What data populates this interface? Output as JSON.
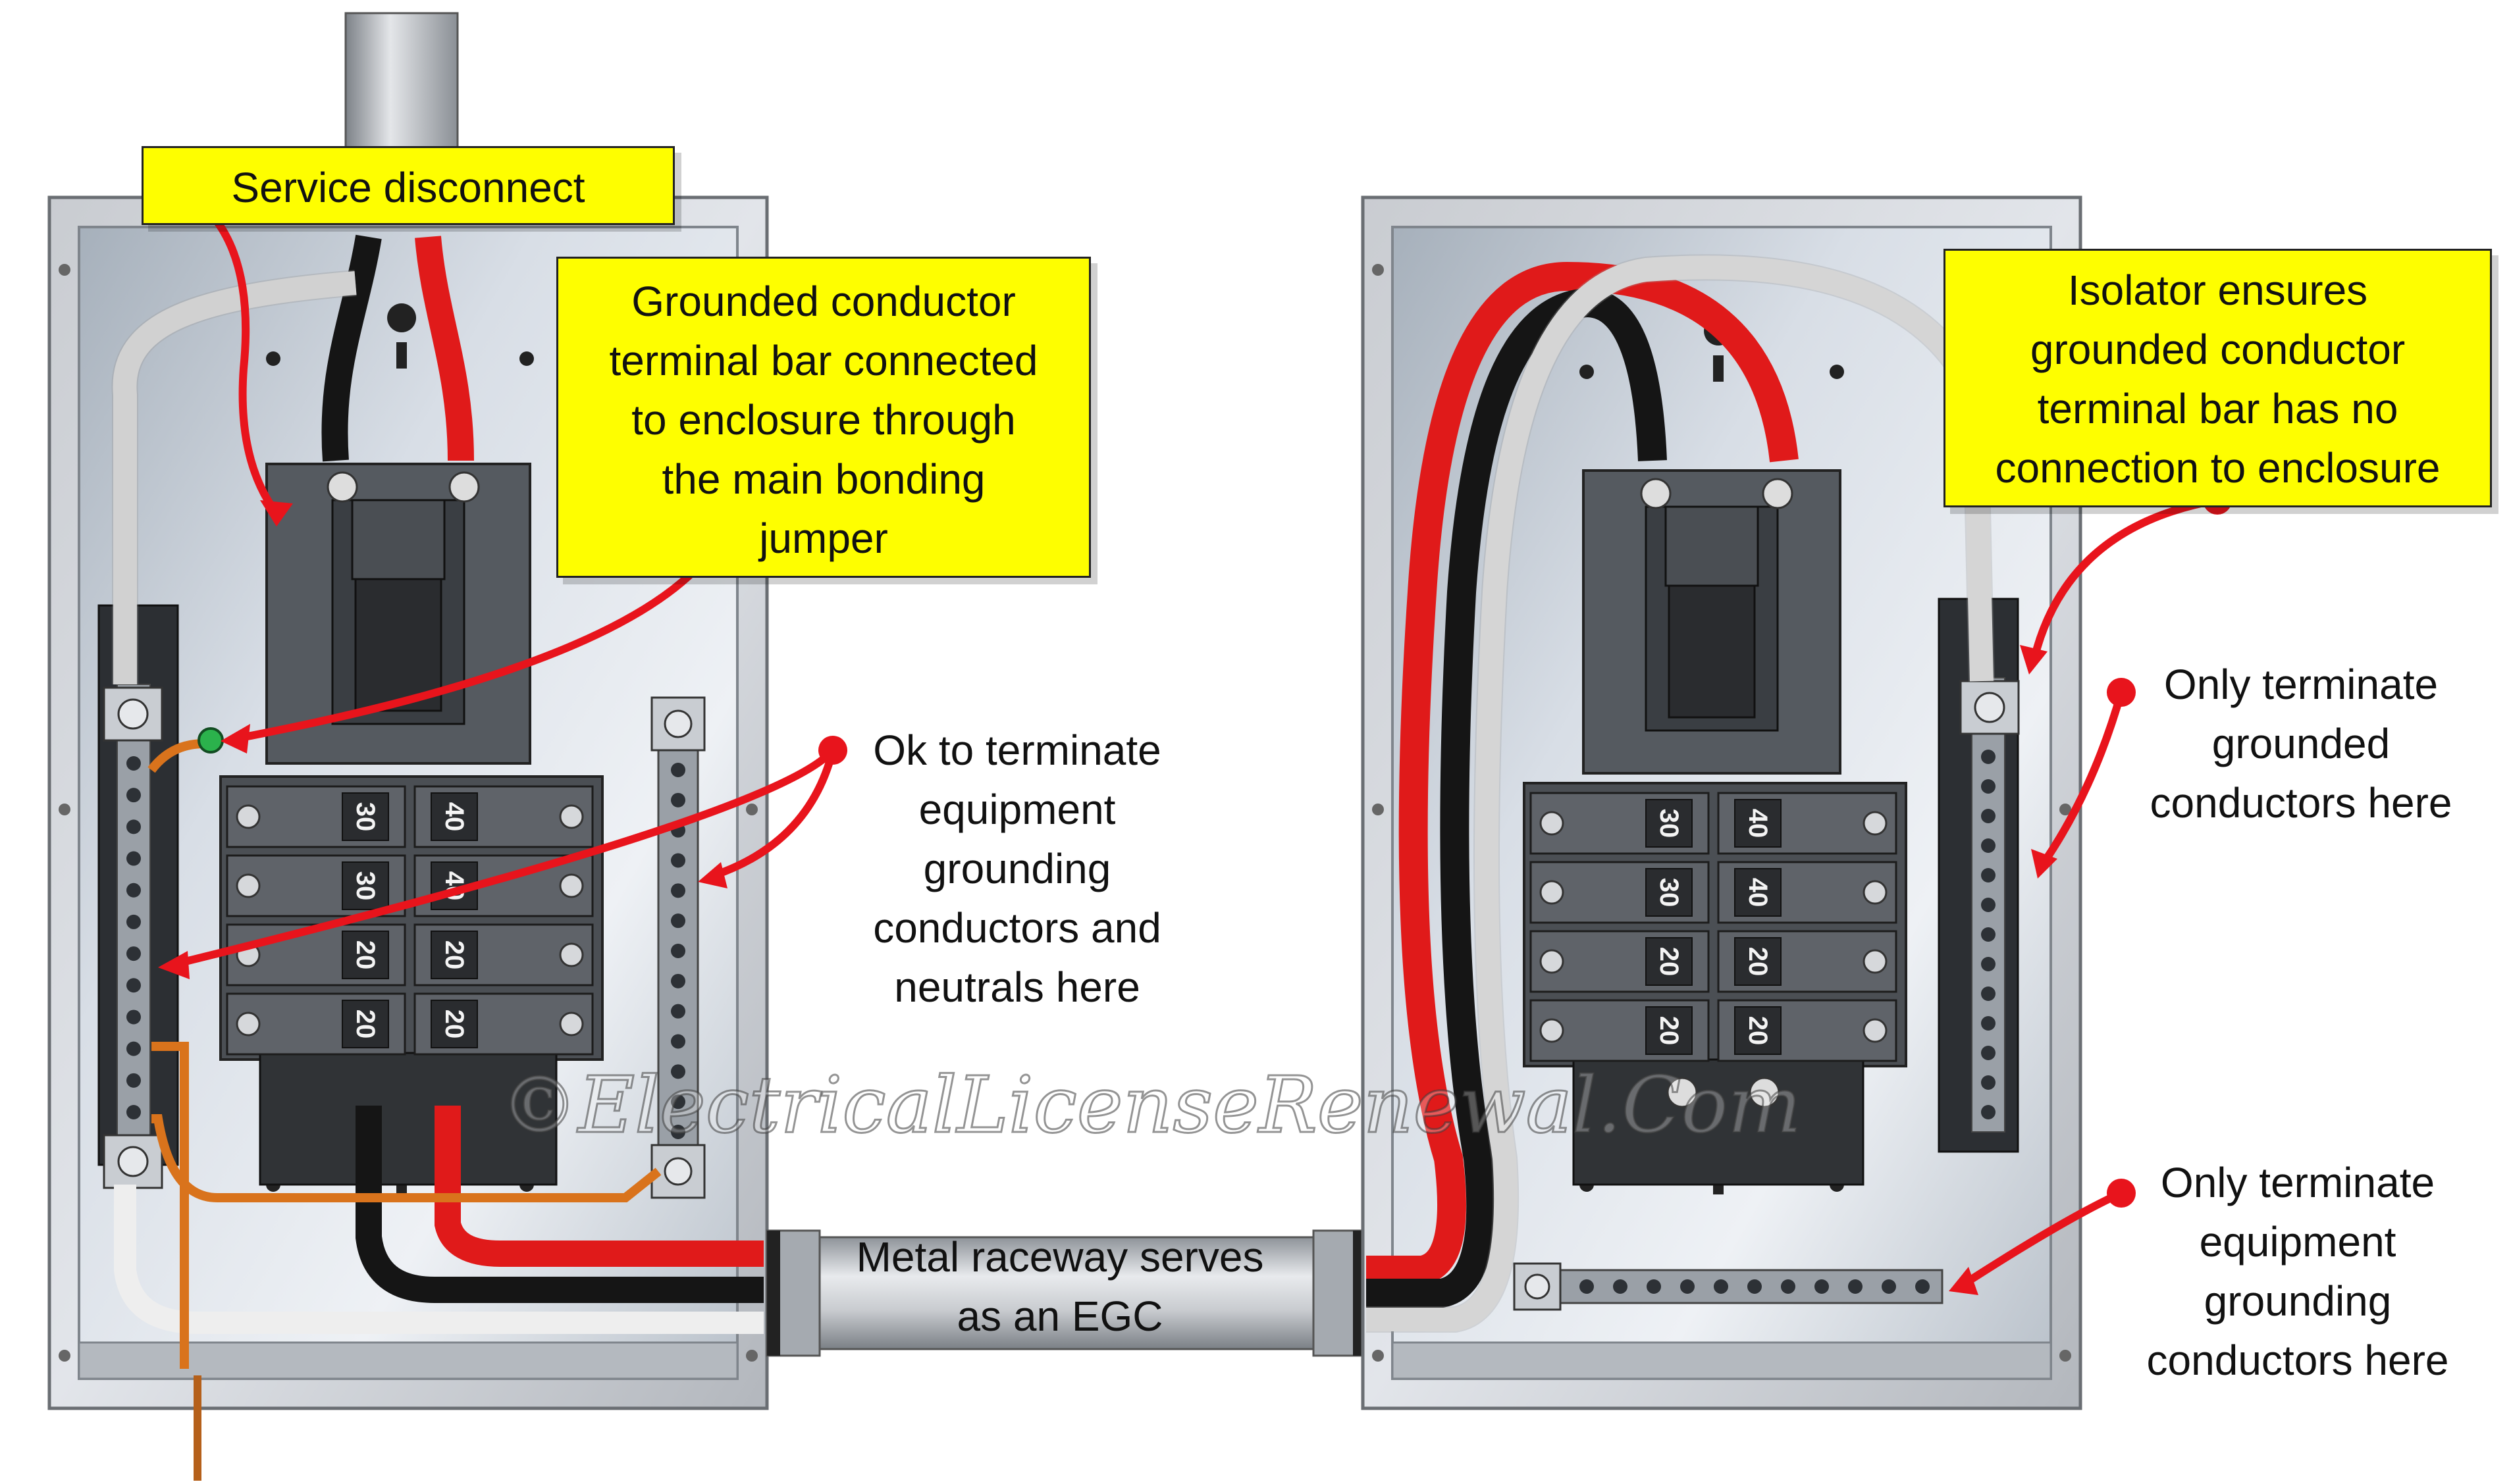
{
  "diagram": {
    "callouts": {
      "service_disconnect": [
        "Service disconnect"
      ],
      "main_bonding": [
        "Grounded conductor",
        "terminal bar connected",
        "to enclosure through",
        "the main bonding",
        "jumper"
      ],
      "ok_to_terminate": [
        "Ok to terminate",
        "equipment",
        "grounding",
        "conductors and",
        "neutrals here"
      ],
      "isolator": [
        "Isolator ensures",
        "grounded conductor",
        "terminal bar has no",
        "connection to enclosure"
      ],
      "only_grounded": [
        "Only terminate",
        "grounded",
        "conductors here"
      ],
      "only_egc": [
        "Only terminate",
        "equipment",
        "grounding",
        "conductors here"
      ],
      "raceway": [
        "Metal raceway serves",
        "as an EGC"
      ]
    },
    "breaker_ratings": {
      "left_panel": [
        [
          "30",
          "40"
        ],
        [
          "30",
          "40"
        ],
        [
          "20",
          "20"
        ],
        [
          "20",
          "20"
        ]
      ],
      "right_panel": [
        [
          "30",
          "40"
        ],
        [
          "30",
          "40"
        ],
        [
          "20",
          "20"
        ],
        [
          "20",
          "20"
        ]
      ]
    },
    "watermark": "©ElectricalLicenseRenewal.Com",
    "colors": {
      "callout_fill": "#fefe00",
      "pointer": "#e8141c",
      "hot_red": "#e01a1a",
      "hot_black": "#151515",
      "neutral_white": "#f2f2f2",
      "ground_copper": "#d9731c",
      "enclosure": "#b8bcc2",
      "breaker": "#5a5a5a"
    }
  }
}
